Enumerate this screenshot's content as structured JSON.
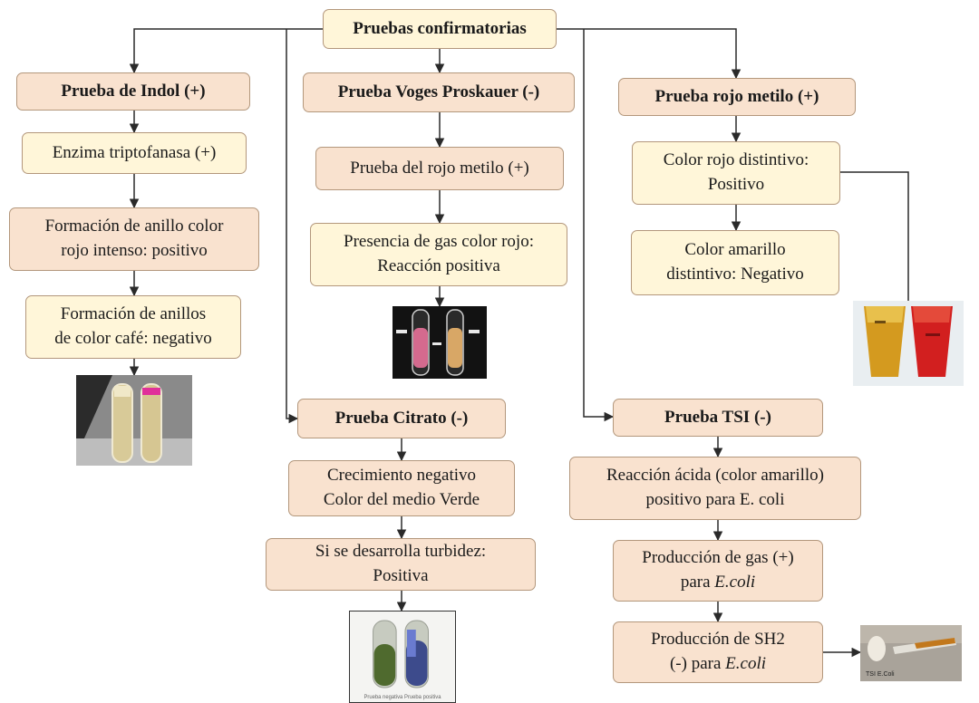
{
  "nodes": {
    "root": [
      "Pruebas confirmatorias"
    ],
    "indol": [
      "Prueba de Indol (+)"
    ],
    "indol_enzima": [
      "Enzima triptofanasa (+)"
    ],
    "indol_rojo": [
      "Formación de anillo color",
      "rojo intenso: positivo"
    ],
    "indol_cafe": [
      "Formación de anillos",
      "de color café: negativo"
    ],
    "vp": [
      "Prueba Voges Proskauer (-)"
    ],
    "vp_rojo": [
      "Prueba del rojo metilo (+)"
    ],
    "vp_gas": [
      "Presencia de gas color rojo:",
      "Reacción positiva"
    ],
    "rm": [
      "Prueba rojo metilo (+)"
    ],
    "rm_rojo": [
      "Color rojo distintivo:",
      "Positivo"
    ],
    "rm_amarillo": [
      "Color amarillo",
      "distintivo: Negativo"
    ],
    "citrato": [
      "Prueba Citrato (-)"
    ],
    "cit_crec": [
      "Crecimiento negativo",
      "Color del medio Verde"
    ],
    "cit_turb": [
      "Si se desarrolla turbidez:",
      "Positiva"
    ],
    "tsi": [
      "Prueba TSI (-)"
    ],
    "tsi_acida": [
      "Reacción ácida (color amarillo)",
      "positivo para E. coli"
    ],
    "tsi_gas": [
      "Producción de gas (+)",
      "para |E.coli|"
    ],
    "tsi_sh2": [
      "Producción de SH2",
      "(-) para |E.coli|"
    ]
  },
  "photos": {
    "citrato_caption": "Prueba negativa   Prueba positiva",
    "tsi_caption": "TSI   E.Coli"
  },
  "colors": {
    "box_border": "#b3977c",
    "box_fill_cream": "#fff6d9",
    "box_fill_peach": "#f9e2cf",
    "connector": "#2a2a2a"
  }
}
